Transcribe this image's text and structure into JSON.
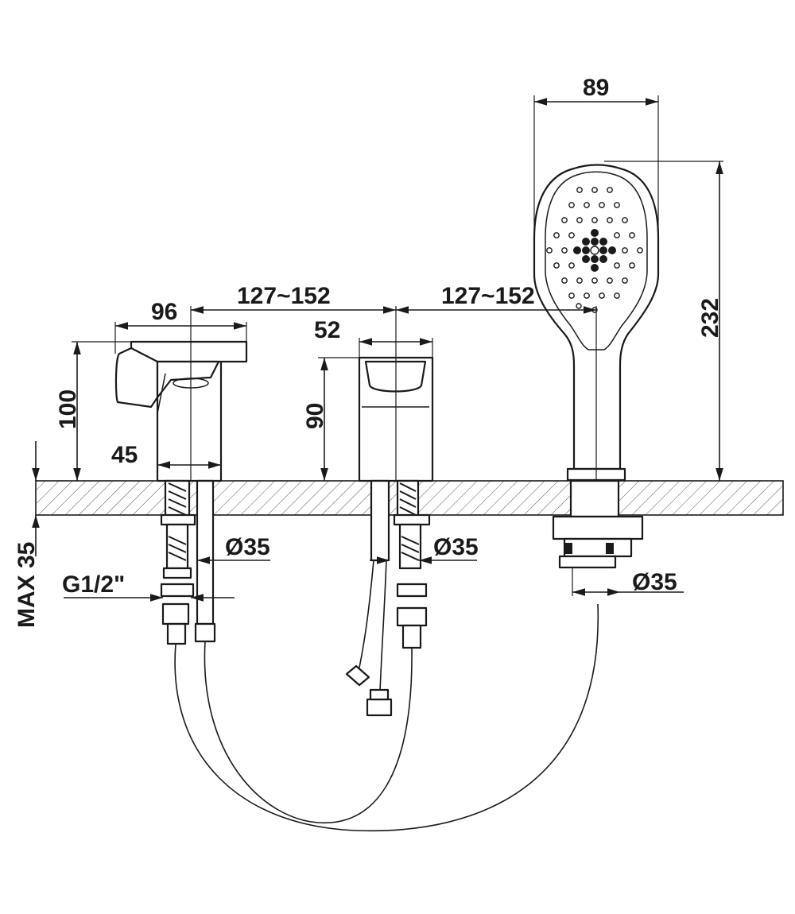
{
  "drawing": {
    "dimensions": {
      "mixer_width": "96",
      "spacing_left": "127~152",
      "spacing_right": "127~152",
      "spout_width": "52",
      "shower_width": "89",
      "mixer_height": "100",
      "spout_height": "90",
      "shower_height": "232",
      "mixer_base": "45",
      "deck_max": "MAX 35",
      "thread": "G1/2\"",
      "hole_left": "Ø35",
      "hole_middle": "Ø35",
      "hole_right": "Ø35"
    }
  }
}
